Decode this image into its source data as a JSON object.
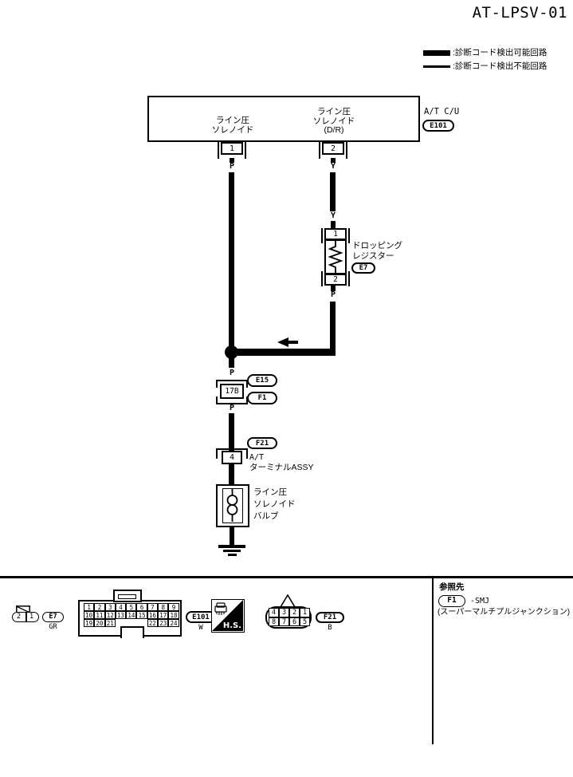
{
  "page": {
    "title": "AT-LPSV-01"
  },
  "legend": {
    "thick_label": ":診断コード検出可能回路",
    "thin_label": ":診断コード検出不能回路"
  },
  "control_unit": {
    "name": "A/T C/U",
    "connector_id": "E101",
    "left_terminal": {
      "pin": "1",
      "line1": "ライン圧",
      "line2": "ソレノイド",
      "wire": "P"
    },
    "right_terminal": {
      "pin": "2",
      "line1": "ライン圧",
      "line2": "ソレノイド",
      "line3": "(D/R)",
      "wire": "Y"
    }
  },
  "dropping_resistor": {
    "line1": "ドロッピング",
    "line2": "レジスター",
    "connector_id": "E7",
    "pin_top": "1",
    "pin_bottom": "2",
    "wire_in": "Y",
    "wire_out": "P"
  },
  "junction_connector": {
    "pin": "17B",
    "id_above": "E15",
    "id_below": "F1",
    "wire_above": "P",
    "wire_below": "P"
  },
  "terminal_assy": {
    "connector_id": "F21",
    "pin": "4",
    "line1": "A/T",
    "line2": "ターミナルASSY"
  },
  "valve": {
    "line1": "ライン圧",
    "line2": "ソレノイド",
    "line3": "バルブ"
  },
  "connector_views": {
    "e7": {
      "id": "E7",
      "color": "GR",
      "cells": [
        "2",
        "1"
      ]
    },
    "e101": {
      "id": "E101",
      "color": "W",
      "rows": [
        [
          "1",
          "2",
          "3",
          "4",
          "5",
          "6",
          "7",
          "8",
          "9"
        ],
        [
          "10",
          "11",
          "12",
          "13",
          "14",
          "15",
          "16",
          "17",
          "18"
        ],
        [
          "19",
          "20",
          "21",
          "22",
          "23",
          "24"
        ]
      ],
      "hs_label": "H.S."
    },
    "f21": {
      "id": "F21",
      "color": "B",
      "rows": [
        [
          "4",
          "3",
          "2",
          "1"
        ],
        [
          "8",
          "7",
          "6",
          "5"
        ]
      ]
    }
  },
  "reference": {
    "heading": "参照先",
    "connector_id": "F1",
    "suffix": "-SMJ",
    "note": "(スーパーマルチプルジャンクション)"
  }
}
